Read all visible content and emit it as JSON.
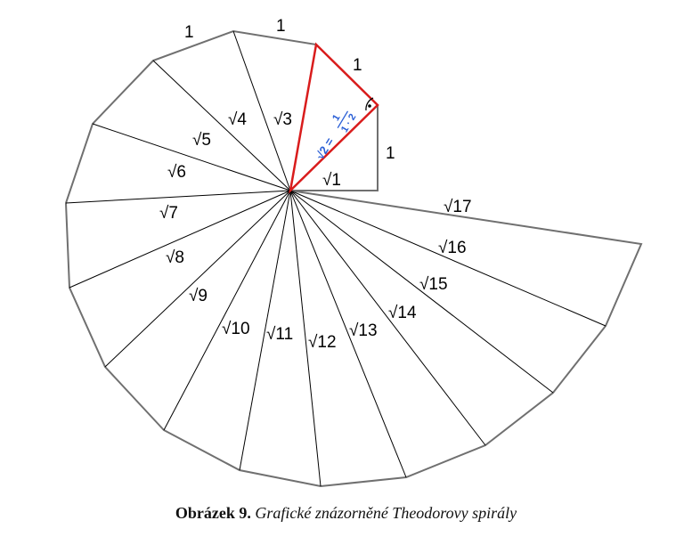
{
  "diagram": {
    "unit_labels": [
      "1",
      "1",
      "1",
      "1"
    ],
    "hypotenuse_labels": [
      "√1",
      "√3",
      "√4",
      "√5",
      "√6",
      "√7",
      "√8",
      "√9",
      "√10",
      "√11",
      "√12",
      "√13",
      "√14",
      "√15",
      "√16",
      "√17"
    ],
    "highlight_formula": "√2 = ",
    "highlight_fraction_num": "1",
    "highlight_fraction_den": "1 · 2",
    "right_angle_mark": "·",
    "colors": {
      "outline": "#707070",
      "spoke": "#000000",
      "highlight": "#d91c1c",
      "formula": "#2a5fd6"
    }
  },
  "caption": {
    "label": "Obrázek 9.",
    "text": "Grafické znázorněné Theodorovy spirály"
  }
}
